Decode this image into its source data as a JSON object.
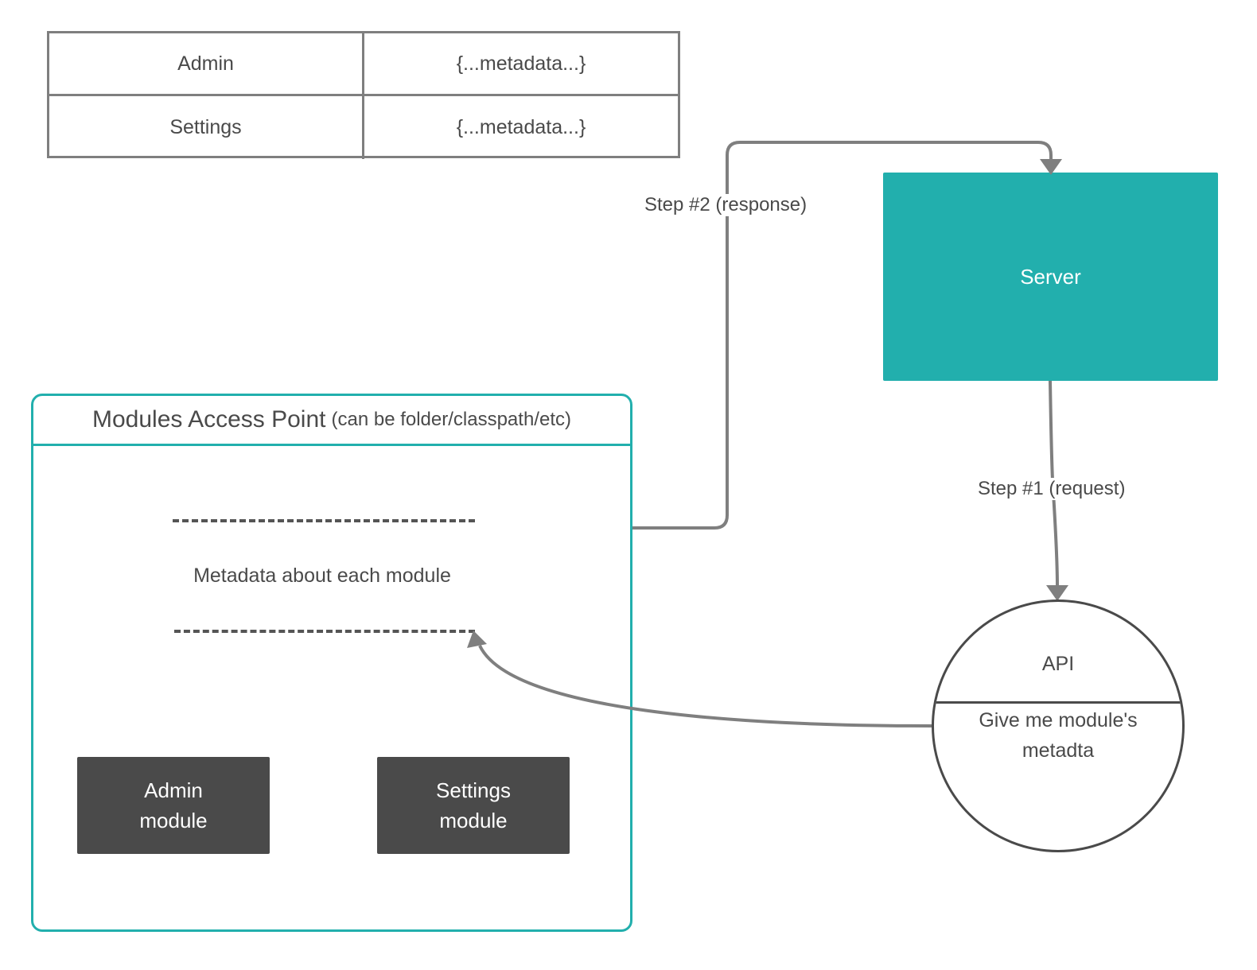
{
  "metadata_table": {
    "rows": [
      {
        "module": "Admin",
        "value": "{...metadata...}"
      },
      {
        "module": "Settings",
        "value": "{...metadata...}"
      }
    ]
  },
  "server": {
    "label": "Server"
  },
  "modules_access_point": {
    "title": "Modules Access Point",
    "subtitle": "(can be folder/classpath/etc)",
    "metadata_label": "Metadata about each module",
    "modules": [
      {
        "line1": "Admin",
        "line2": "module"
      },
      {
        "line1": "Settings",
        "line2": "module"
      }
    ]
  },
  "api": {
    "title": "API",
    "description_line1": "Give me module's",
    "description_line2": "metadta"
  },
  "edges": {
    "step1": "Step #1 (request)",
    "step2": "Step #2 (response)"
  },
  "colors": {
    "teal": "#22afad",
    "dark_gray": "#4a4a4a",
    "connector_gray": "#7f7f7f"
  }
}
